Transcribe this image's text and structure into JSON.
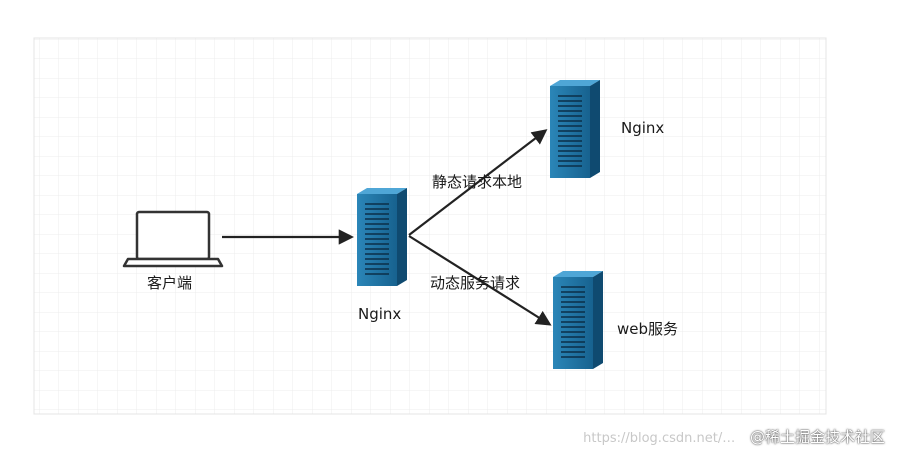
{
  "nodes": {
    "client": {
      "label": "客户端",
      "icon": "laptop-icon"
    },
    "proxy": {
      "label": "Nginx",
      "icon": "server-icon"
    },
    "static_server": {
      "label": "Nginx",
      "icon": "server-icon"
    },
    "web_server": {
      "label": "web服务",
      "icon": "server-icon"
    }
  },
  "edges": {
    "static": {
      "label": "静态请求本地"
    },
    "dynamic": {
      "label": "动态服务请求"
    }
  },
  "watermark": {
    "faint": "https://blog.csdn.net/…",
    "main": "@稀土掘金技术社区"
  },
  "colors": {
    "server": "#1e6f9f",
    "server_dark": "#0f3f5f",
    "grid": "#e4e4e4",
    "arrow": "#222222"
  }
}
